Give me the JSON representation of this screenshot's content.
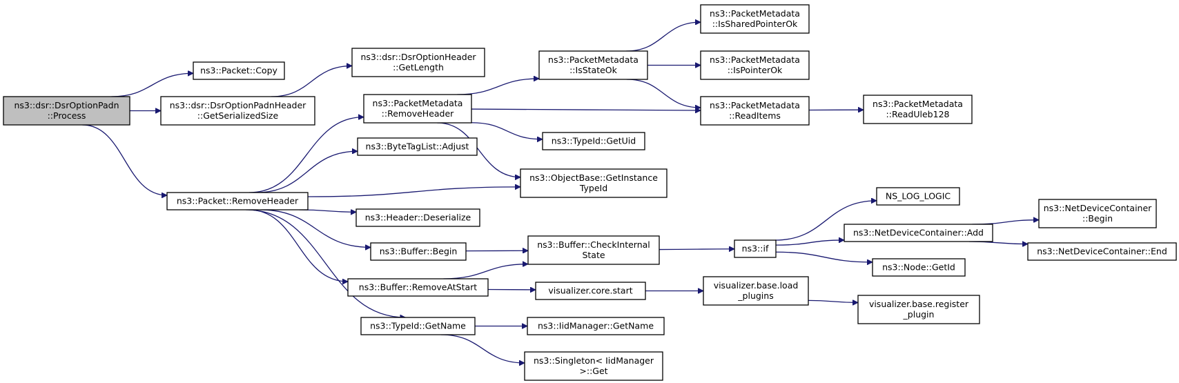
{
  "nodes": [
    {
      "id": "process",
      "lines": [
        "ns3::dsr::DsrOptionPadn",
        "::Process"
      ],
      "highlighted": true
    },
    {
      "id": "packet_copy",
      "lines": [
        "ns3::Packet::Copy"
      ]
    },
    {
      "id": "padn_getserialized",
      "lines": [
        "ns3::dsr::DsrOptionPadnHeader",
        "::GetSerializedSize"
      ]
    },
    {
      "id": "optheader_getlength",
      "lines": [
        "ns3::dsr::DsrOptionHeader",
        "::GetLength"
      ]
    },
    {
      "id": "packet_removeheader",
      "lines": [
        "ns3::Packet::RemoveHeader"
      ]
    },
    {
      "id": "pm_removeheader",
      "lines": [
        "ns3::PacketMetadata",
        "::RemoveHeader"
      ]
    },
    {
      "id": "btl_adjust",
      "lines": [
        "ns3::ByteTagList::Adjust"
      ]
    },
    {
      "id": "header_deserialize",
      "lines": [
        "ns3::Header::Deserialize"
      ]
    },
    {
      "id": "buffer_begin",
      "lines": [
        "ns3::Buffer::Begin"
      ]
    },
    {
      "id": "buffer_removeatstart",
      "lines": [
        "ns3::Buffer::RemoveAtStart"
      ]
    },
    {
      "id": "typeid_getname",
      "lines": [
        "ns3::TypeId::GetName"
      ]
    },
    {
      "id": "pm_isstateok",
      "lines": [
        "ns3::PacketMetadata",
        "::IsStateOk"
      ]
    },
    {
      "id": "typeid_getuid",
      "lines": [
        "ns3::TypeId::GetUid"
      ]
    },
    {
      "id": "objbase_getinstance",
      "lines": [
        "ns3::ObjectBase::GetInstance",
        "TypeId"
      ]
    },
    {
      "id": "buffer_checkinternal",
      "lines": [
        "ns3::Buffer::CheckInternal",
        "State"
      ]
    },
    {
      "id": "viz_core_start",
      "lines": [
        "visualizer.core.start"
      ]
    },
    {
      "id": "iid_getname",
      "lines": [
        "ns3::IidManager::GetName"
      ]
    },
    {
      "id": "singleton_get",
      "lines": [
        "ns3::Singleton< IidManager",
        ">::Get"
      ]
    },
    {
      "id": "pm_issharedptrok",
      "lines": [
        "ns3::PacketMetadata",
        "::IsSharedPointerOk"
      ]
    },
    {
      "id": "pm_ispointerok",
      "lines": [
        "ns3::PacketMetadata",
        "::IsPointerOk"
      ]
    },
    {
      "id": "pm_readitems",
      "lines": [
        "ns3::PacketMetadata",
        "::ReadItems"
      ]
    },
    {
      "id": "ns3_if",
      "lines": [
        "ns3::if"
      ]
    },
    {
      "id": "viz_load_plugins",
      "lines": [
        "visualizer.base.load",
        "_plugins"
      ]
    },
    {
      "id": "pm_readuleb128",
      "lines": [
        "ns3::PacketMetadata",
        "::ReadUleb128"
      ]
    },
    {
      "id": "ns_log_logic",
      "lines": [
        "NS_LOG_LOGIC"
      ]
    },
    {
      "id": "ndc_add",
      "lines": [
        "ns3::NetDeviceContainer::Add"
      ]
    },
    {
      "id": "node_getid",
      "lines": [
        "ns3::Node::GetId"
      ]
    },
    {
      "id": "viz_register_plugin",
      "lines": [
        "visualizer.base.register",
        "_plugin"
      ]
    },
    {
      "id": "ndc_begin",
      "lines": [
        "ns3::NetDeviceContainer",
        "::Begin"
      ]
    },
    {
      "id": "ndc_end",
      "lines": [
        "ns3::NetDeviceContainer::End"
      ]
    }
  ],
  "edges": [
    {
      "from": "process",
      "to": "packet_copy"
    },
    {
      "from": "process",
      "to": "padn_getserialized"
    },
    {
      "from": "process",
      "to": "packet_removeheader"
    },
    {
      "from": "padn_getserialized",
      "to": "optheader_getlength"
    },
    {
      "from": "packet_removeheader",
      "to": "pm_removeheader"
    },
    {
      "from": "packet_removeheader",
      "to": "btl_adjust"
    },
    {
      "from": "packet_removeheader",
      "to": "objbase_getinstance"
    },
    {
      "from": "packet_removeheader",
      "to": "header_deserialize"
    },
    {
      "from": "packet_removeheader",
      "to": "buffer_begin"
    },
    {
      "from": "packet_removeheader",
      "to": "buffer_removeatstart"
    },
    {
      "from": "packet_removeheader",
      "to": "typeid_getname"
    },
    {
      "from": "pm_removeheader",
      "to": "pm_isstateok"
    },
    {
      "from": "pm_removeheader",
      "to": "pm_readitems"
    },
    {
      "from": "pm_removeheader",
      "to": "typeid_getuid"
    },
    {
      "from": "pm_removeheader",
      "to": "objbase_getinstance"
    },
    {
      "from": "pm_isstateok",
      "to": "pm_issharedptrok"
    },
    {
      "from": "pm_isstateok",
      "to": "pm_ispointerok"
    },
    {
      "from": "pm_isstateok",
      "to": "pm_readitems"
    },
    {
      "from": "pm_readitems",
      "to": "pm_readuleb128"
    },
    {
      "from": "buffer_begin",
      "to": "buffer_checkinternal"
    },
    {
      "from": "buffer_removeatstart",
      "to": "buffer_checkinternal"
    },
    {
      "from": "buffer_removeatstart",
      "to": "viz_core_start"
    },
    {
      "from": "buffer_checkinternal",
      "to": "ns3_if"
    },
    {
      "from": "ns3_if",
      "to": "ns_log_logic"
    },
    {
      "from": "ns3_if",
      "to": "ndc_add"
    },
    {
      "from": "ns3_if",
      "to": "node_getid"
    },
    {
      "from": "ndc_add",
      "to": "ndc_begin"
    },
    {
      "from": "ndc_add",
      "to": "ndc_end"
    },
    {
      "from": "viz_core_start",
      "to": "viz_load_plugins"
    },
    {
      "from": "viz_load_plugins",
      "to": "viz_register_plugin"
    },
    {
      "from": "typeid_getname",
      "to": "iid_getname"
    },
    {
      "from": "typeid_getname",
      "to": "singleton_get"
    }
  ],
  "colors": {
    "edge": "#191970",
    "node_border": "#000000",
    "node_fill": "#ffffff",
    "highlight_fill": "#bfbfbf"
  }
}
